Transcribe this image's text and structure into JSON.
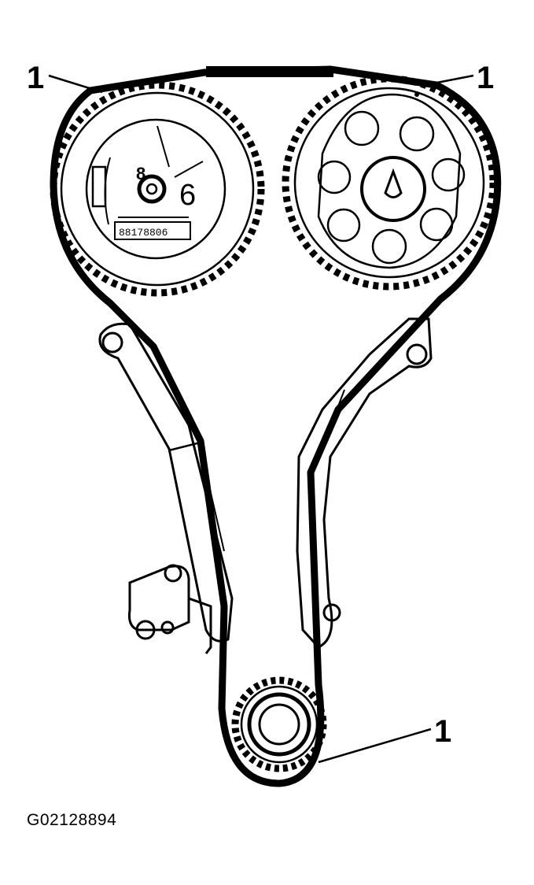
{
  "figure_id": "G02128894",
  "callouts": {
    "top_left": "1",
    "top_right": "1",
    "bottom": "1"
  },
  "stamp_text": "88178806",
  "colors": {
    "ink": "#000000",
    "paper": "#ffffff"
  }
}
